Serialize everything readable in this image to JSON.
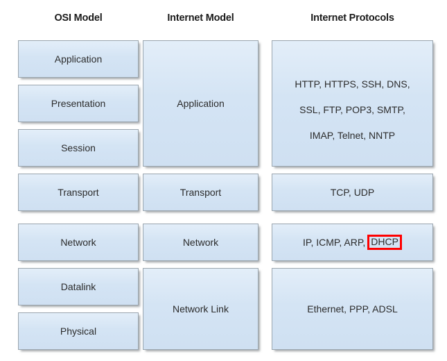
{
  "diagram": {
    "title": "OSI Model / Internet Model / Internet Protocols mapping",
    "columns": [
      {
        "id": "osi",
        "header": "OSI Model"
      },
      {
        "id": "internet",
        "header": "Internet Model"
      },
      {
        "id": "protocols",
        "header": "Internet Protocols"
      }
    ],
    "osi_layers": [
      {
        "name": "Application"
      },
      {
        "name": "Presentation"
      },
      {
        "name": "Session"
      },
      {
        "name": "Transport"
      },
      {
        "name": "Network"
      },
      {
        "name": "Datalink"
      },
      {
        "name": "Physical"
      }
    ],
    "internet_layers": [
      {
        "name": "Application",
        "spans": "Application, Presentation, Session"
      },
      {
        "name": "Transport",
        "spans": "Transport"
      },
      {
        "name": "Network",
        "spans": "Network"
      },
      {
        "name": "Network Link",
        "spans": "Datalink, Physical"
      }
    ],
    "protocol_groups": [
      {
        "lines": [
          "HTTP, HTTPS, SSH, DNS,",
          "SSL, FTP, POP3, SMTP,",
          "IMAP, Telnet, NNTP"
        ],
        "text": "HTTP, HTTPS, SSH, DNS, SSL, FTP, POP3, SMTP, IMAP, Telnet, NNTP"
      },
      {
        "text": "TCP, UDP"
      },
      {
        "text": "IP, ICMP, ARP, DHCP",
        "prefix": "IP, ICMP, ARP,",
        "highlighted": "DHCP"
      },
      {
        "text": "Ethernet, PPP, ADSL"
      }
    ],
    "colors": {
      "box_fill_top": "#e3eef9",
      "box_fill_bottom": "#cfe0f2",
      "box_border": "#9aa5ae",
      "shadow": "#5a5f64",
      "text": "#2b2b2b",
      "header_text": "#1a1a1a",
      "highlight_outline": "#ff0000",
      "background": "#ffffff"
    }
  }
}
